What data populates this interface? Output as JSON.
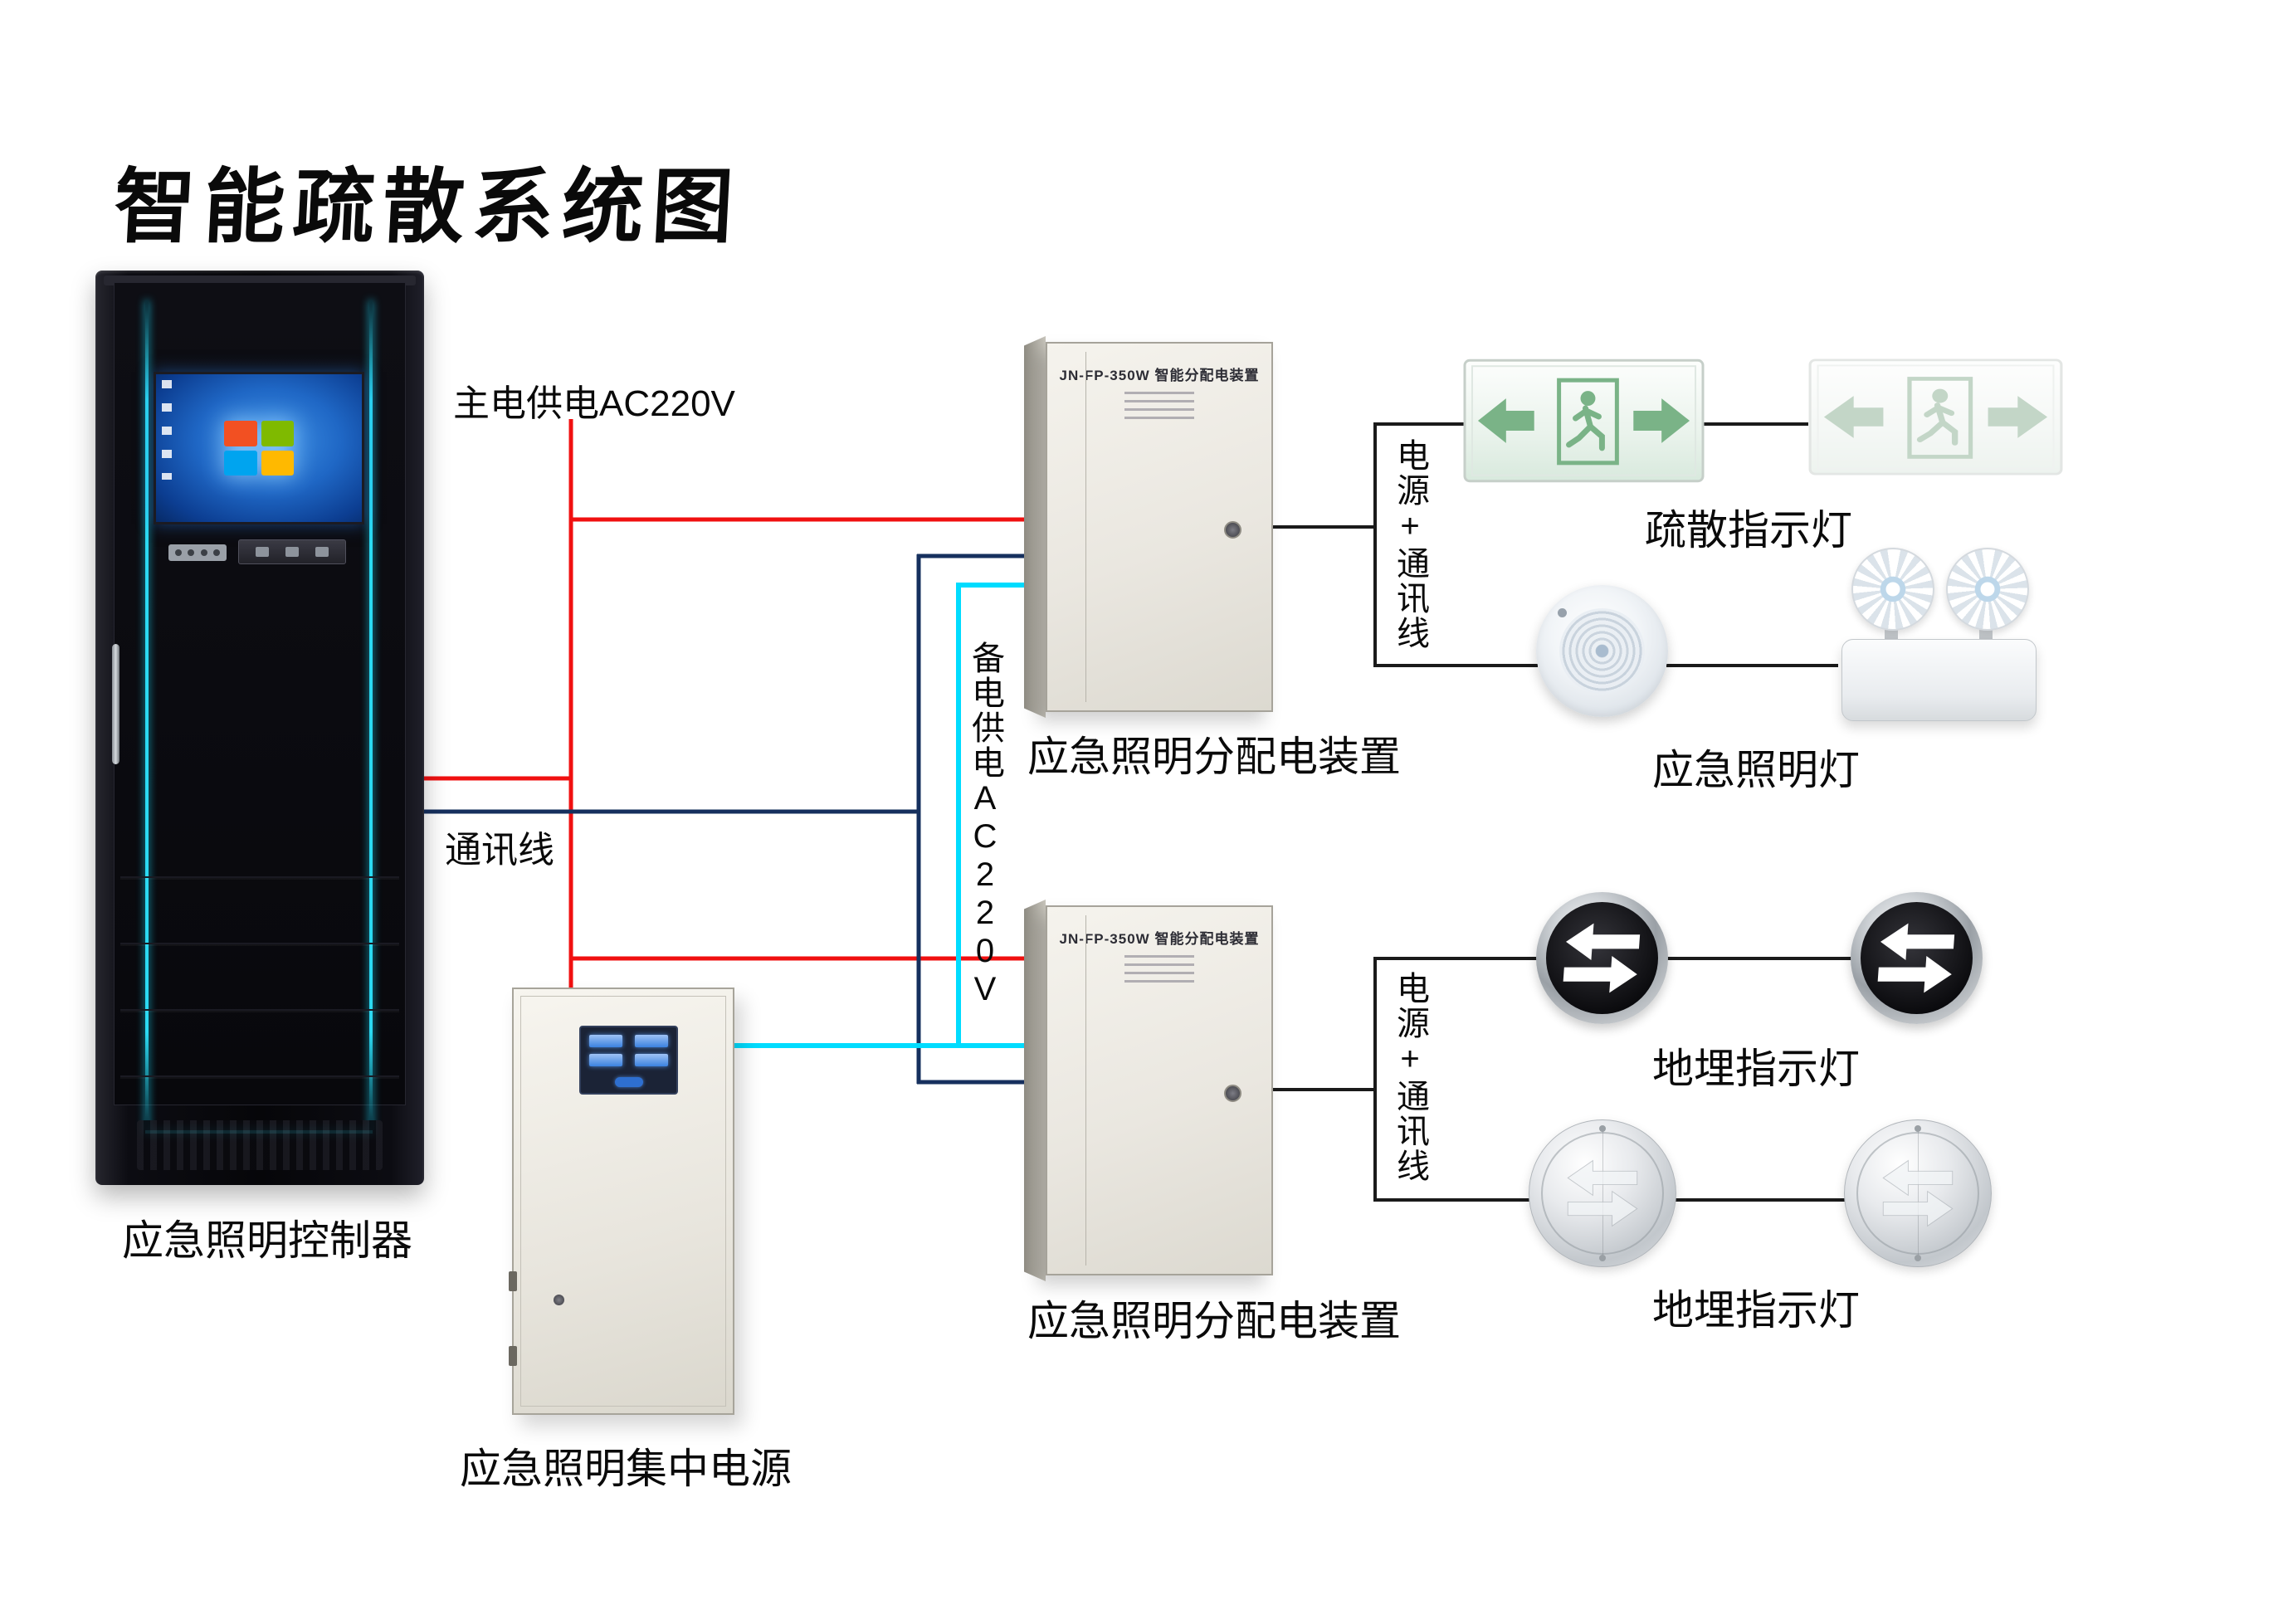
{
  "title": "智能疏散系统图",
  "colors": {
    "main_power_line": "#f01010",
    "comm_line": "#16305e",
    "backup_power_line": "#00dcff",
    "device_line": "#1a1a1a",
    "exit_green": "#7ab387",
    "cyan_glow": "#2bd9f2"
  },
  "wire_labels": {
    "main_power": "主电供电AC220V",
    "comm": "通讯线",
    "backup_power": "备电供电AC220V",
    "power_comm_1": "电源+通讯线",
    "power_comm_2": "电源+通讯线"
  },
  "devices": {
    "controller": {
      "label": "应急照明控制器"
    },
    "central_power": {
      "label": "应急照明集中电源"
    },
    "distribution_1": {
      "header": "JN-FP-350W 智能分配电装置",
      "label": "应急照明分配电装置"
    },
    "distribution_2": {
      "header": "JN-FP-350W 智能分配电装置",
      "label": "应急照明分配电装置"
    },
    "exit_signs": {
      "label": "疏散指示灯"
    },
    "emergency_lights": {
      "label": "应急照明灯"
    },
    "ground_lights_black": {
      "label": "地埋指示灯"
    },
    "ground_lights_silver": {
      "label": "地埋指示灯"
    }
  }
}
